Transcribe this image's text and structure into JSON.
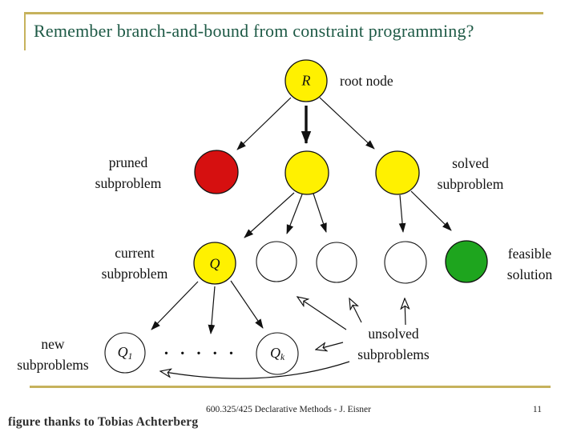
{
  "slide": {
    "title": "Remember branch-and-bound from constraint programming?",
    "footer": {
      "course": "600.325/425 Declarative Methods - J. Eisner",
      "page_number": "11",
      "credit": "figure thanks to Tobias Achterberg"
    }
  },
  "colors": {
    "title_green": "#1E5A46",
    "accent_gold": "#C6B25C",
    "node_yellow": "#FFF100",
    "node_red": "#D61010",
    "node_green": "#1EA51E"
  },
  "diagram": {
    "type": "branch-and-bound search tree",
    "labels": {
      "root_node": "root node",
      "pruned_subproblem": [
        "pruned",
        "subproblem"
      ],
      "solved_subproblem": [
        "solved",
        "subproblem"
      ],
      "current_subproblem": [
        "current",
        "subproblem"
      ],
      "feasible_solution": [
        "feasible",
        "solution"
      ],
      "new_subproblems": [
        "new",
        "subproblems"
      ],
      "unsolved_subproblems": [
        "unsolved",
        "subproblems"
      ]
    },
    "node_letters": {
      "root": "R",
      "current": "Q",
      "new_first": "Q",
      "new_first_sub": "1",
      "new_last": "Q",
      "new_last_sub": "k"
    },
    "ellipsis_dots": "· · · · ·",
    "nodes": [
      {
        "id": "root",
        "letter": "R",
        "color": "yellow",
        "role": "root node"
      },
      {
        "id": "pruned",
        "color": "red",
        "role": "pruned subproblem"
      },
      {
        "id": "mid",
        "color": "yellow",
        "role": "expanded subproblem"
      },
      {
        "id": "solved",
        "color": "yellow",
        "role": "solved subproblem"
      },
      {
        "id": "current",
        "letter": "Q",
        "color": "yellow",
        "role": "current subproblem"
      },
      {
        "id": "open1",
        "color": "white",
        "role": "unsolved subproblem"
      },
      {
        "id": "open2",
        "color": "white",
        "role": "unsolved subproblem"
      },
      {
        "id": "open3",
        "color": "white",
        "role": "unsolved subproblem"
      },
      {
        "id": "feasible",
        "color": "green",
        "role": "feasible solution"
      },
      {
        "id": "q1",
        "letter": "Q1",
        "color": "white",
        "role": "new subproblem"
      },
      {
        "id": "qk",
        "letter": "Qk",
        "color": "white",
        "role": "new subproblem"
      }
    ],
    "edges": [
      {
        "from": "root",
        "to": "pruned",
        "style": "solid-arrow"
      },
      {
        "from": "root",
        "to": "mid",
        "style": "thick-solid-arrow"
      },
      {
        "from": "root",
        "to": "solved",
        "style": "solid-arrow"
      },
      {
        "from": "mid",
        "to": "current",
        "style": "solid-arrow"
      },
      {
        "from": "mid",
        "to": "open1",
        "style": "solid-arrow"
      },
      {
        "from": "mid",
        "to": "open2",
        "style": "solid-arrow"
      },
      {
        "from": "solved",
        "to": "open3",
        "style": "solid-arrow"
      },
      {
        "from": "solved",
        "to": "feasible",
        "style": "solid-arrow"
      },
      {
        "from": "current",
        "to": "q1",
        "style": "solid-arrow"
      },
      {
        "from": "current",
        "to": "ellipsis",
        "style": "solid-arrow"
      },
      {
        "from": "current",
        "to": "qk",
        "style": "solid-arrow"
      },
      {
        "from": "unsolved-label",
        "to": "open1",
        "style": "open-arrow"
      },
      {
        "from": "unsolved-label",
        "to": "open2",
        "style": "open-arrow"
      },
      {
        "from": "unsolved-label",
        "to": "open3",
        "style": "open-arrow"
      },
      {
        "from": "unsolved-label",
        "to": "qk",
        "style": "open-arrow"
      },
      {
        "from": "unsolved-label",
        "to": "q1",
        "style": "open-curved-arrow"
      }
    ]
  }
}
